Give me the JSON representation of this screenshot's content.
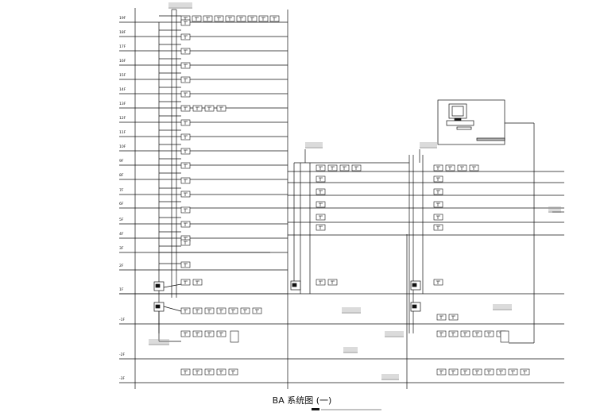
{
  "floors": [
    "19F",
    "18F",
    "17F",
    "16F",
    "15F",
    "14F",
    "13F",
    "12F",
    "11F",
    "10F",
    "9F",
    "8F",
    "7F",
    "6F",
    "5F",
    "4F",
    "3F",
    "2F",
    "1F"
  ],
  "extra_floors": [
    "-1F",
    "-2F",
    "-3F"
  ],
  "caption": "BA 系统图 (一)"
}
